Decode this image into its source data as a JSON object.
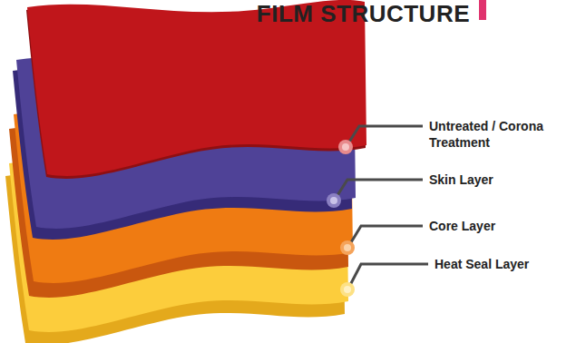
{
  "diagram": {
    "title": "FILM STRUCTURE",
    "labels": [
      "Untreated / Corona Treatment",
      "Skin Layer",
      "Core Layer",
      "Heat Seal Layer"
    ]
  }
}
